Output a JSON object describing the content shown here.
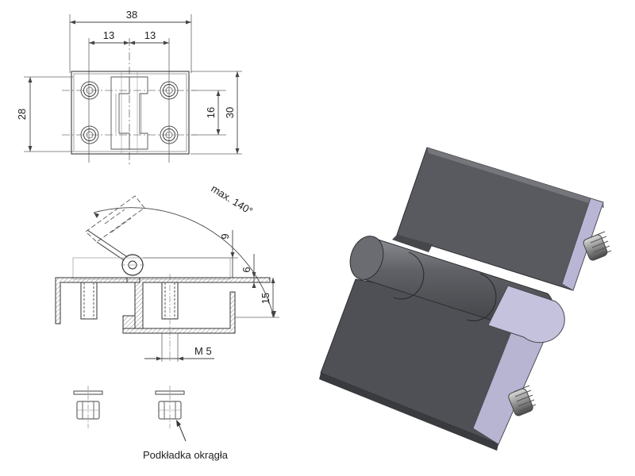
{
  "top_view": {
    "width_total": "38",
    "hole_pitch_left": "13",
    "hole_pitch_right": "13",
    "height_total": "28",
    "height_hole_pitch": "16",
    "height_outer": "30"
  },
  "side_view": {
    "max_angle": "max. 140°",
    "dim_9": "9",
    "dim_6": "6",
    "dim_15": "15",
    "thread": "M 5"
  },
  "accessories": {
    "washer_label": "Podkładka okrągła"
  },
  "colors": {
    "line": "#3a3a3a",
    "dim_line": "#555555",
    "hatch": "#9a9a9a",
    "metal_face": "#5d5e62",
    "metal_dark": "#3e3f43",
    "metal_light": "#b7b5d2"
  }
}
